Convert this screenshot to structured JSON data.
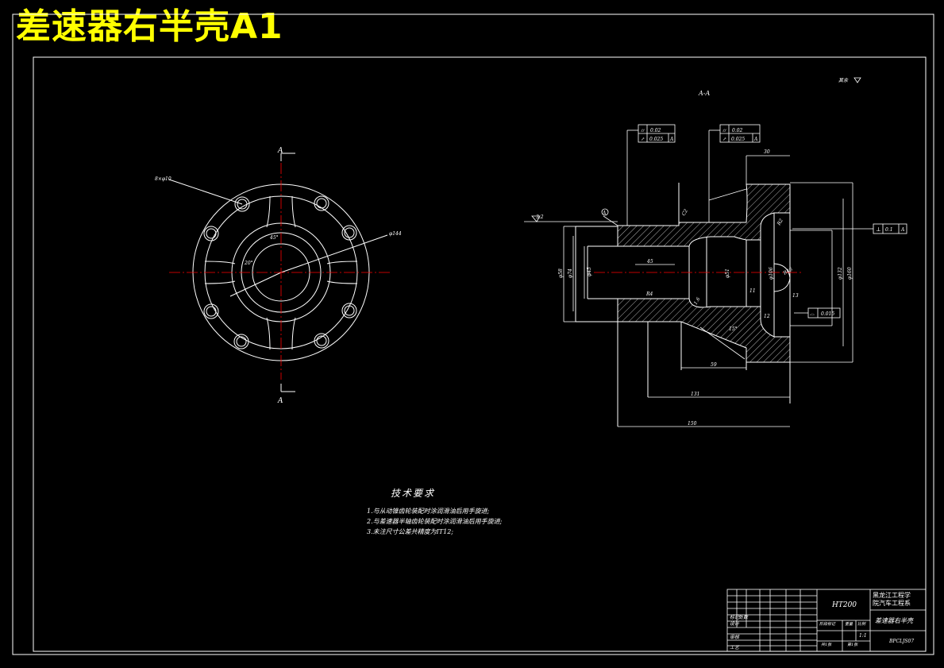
{
  "page_title": "差速器右半壳A1",
  "views": {
    "section_label": "A-A",
    "cut_marker_top": "A",
    "cut_marker_bottom": "A",
    "roughness_note": "其余"
  },
  "front_view": {
    "holes_callout": "8×φ10",
    "diameter_callout": "φ144",
    "angle_note": "45°",
    "angle_note_2": "20°"
  },
  "section_view": {
    "gdt": [
      {
        "symbol": "⌭",
        "value": "0.02",
        "datum": ""
      },
      {
        "symbol": "↗",
        "value": "0.025",
        "datum": "A"
      },
      {
        "symbol": "⌭",
        "value": "0.02",
        "datum": ""
      },
      {
        "symbol": "↗",
        "value": "0.025",
        "datum": "A"
      }
    ],
    "perp_tol": {
      "symbol": "⊥",
      "value": "0.1",
      "datum": "A"
    },
    "profile_tol": {
      "symbol": "⌓",
      "value": "0.015"
    },
    "dims": {
      "top_width": "30",
      "inner_len": "45",
      "len_59": "59",
      "len_131": "131",
      "len_150": "150",
      "dia_58": "φ58",
      "dia_74": "φ74",
      "dia_45": "φ45",
      "dia_51": "φ51",
      "dia_106": "φ106",
      "dia_132": "φ132",
      "dia_160": "φ160",
      "r_small": "R4",
      "r_46": "R46",
      "r_2": "R2",
      "chamfer": "C2",
      "n11": "11",
      "n12": "12",
      "n13": "13",
      "ang15": "15°",
      "ra": "3.2",
      "ra2": "1.6"
    },
    "datum_a": "A"
  },
  "tech_requirements": {
    "heading": "技术要求",
    "items": [
      "1.与从动锥齿轮装配时涂润滑油后用手旋进;",
      "2.与差速器半轴齿轮装配时涂润滑油后用手旋进;",
      "3.未注尺寸公差共精度为IT12;"
    ]
  },
  "title_block": {
    "material": "HT200",
    "school_line1": "黑龙江工程学",
    "school_line2": "院汽车工程系",
    "part_name": "差速器右半壳",
    "drawing_no": "BPCLJS07",
    "scale_value": "1:1",
    "labels": {
      "mark": "标记",
      "count": "处数",
      "design": "设计",
      "review": "审核",
      "process": "工艺",
      "stage_mark": "阶段标记",
      "weight": "重量",
      "scale": "比例",
      "total_sheets": "共1张",
      "sheet_no": "第1张"
    }
  },
  "colors": {
    "line": "#ffffff",
    "centerline": "#ff0000",
    "title": "#ffff00",
    "background": "#000000"
  }
}
